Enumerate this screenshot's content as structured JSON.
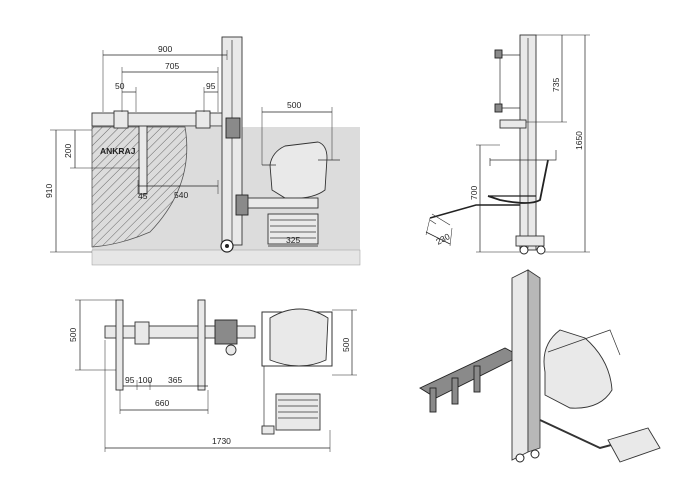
{
  "views": {
    "side": {
      "label_ankraj": "ANKRAJ",
      "dim_900": "900",
      "dim_705": "705",
      "dim_50": "50",
      "dim_95": "95",
      "dim_500": "500",
      "dim_200": "200",
      "dim_910": "910",
      "dim_45": "45",
      "dim_540": "540",
      "dim_325": "325"
    },
    "front": {
      "dim_735": "735",
      "dim_1650": "1650",
      "dim_700": "700",
      "dim_230": "230"
    },
    "top": {
      "dim_500_left": "500",
      "dim_500_right": "500",
      "dim_95": "95",
      "dim_100": "100",
      "dim_365": "365",
      "dim_660": "660",
      "dim_1730": "1730"
    }
  }
}
